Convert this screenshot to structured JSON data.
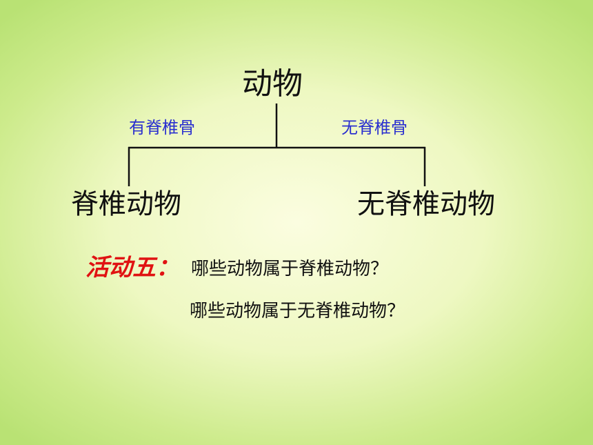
{
  "diagram": {
    "root": "动物",
    "branches": [
      {
        "edge_label": "有脊椎骨",
        "node": "脊椎动物"
      },
      {
        "edge_label": "无脊椎骨",
        "node": "无脊椎动物"
      }
    ]
  },
  "activity": {
    "label": "活动五：",
    "questions": [
      "哪些动物属于脊椎动物？",
      "哪些动物属于无脊椎动物？"
    ]
  },
  "colors": {
    "background": "#d8ef9c",
    "edge_label": "#2a2fcf",
    "activity_label": "#e01212",
    "text": "#111111"
  }
}
